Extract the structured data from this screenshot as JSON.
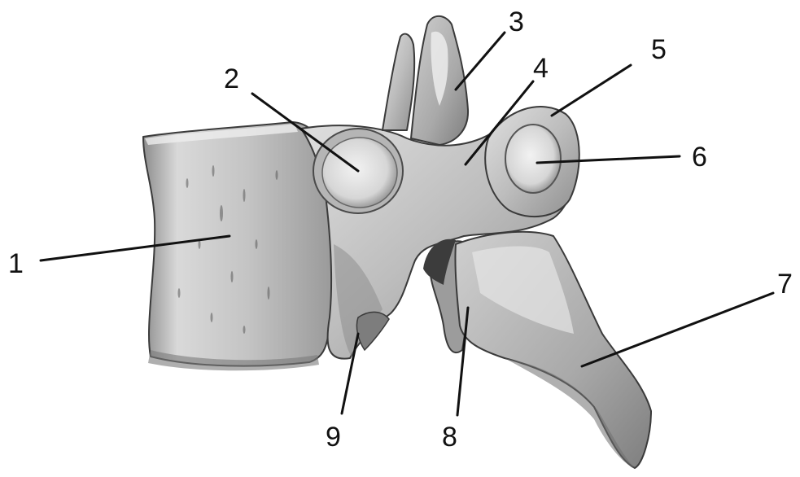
{
  "diagram": {
    "labels": [
      {
        "id": "1",
        "text": "1"
      },
      {
        "id": "2",
        "text": "2"
      },
      {
        "id": "3",
        "text": "3"
      },
      {
        "id": "4",
        "text": "4"
      },
      {
        "id": "5",
        "text": "5"
      },
      {
        "id": "6",
        "text": "6"
      },
      {
        "id": "7",
        "text": "7"
      },
      {
        "id": "8",
        "text": "8"
      },
      {
        "id": "9",
        "text": "9"
      }
    ]
  }
}
